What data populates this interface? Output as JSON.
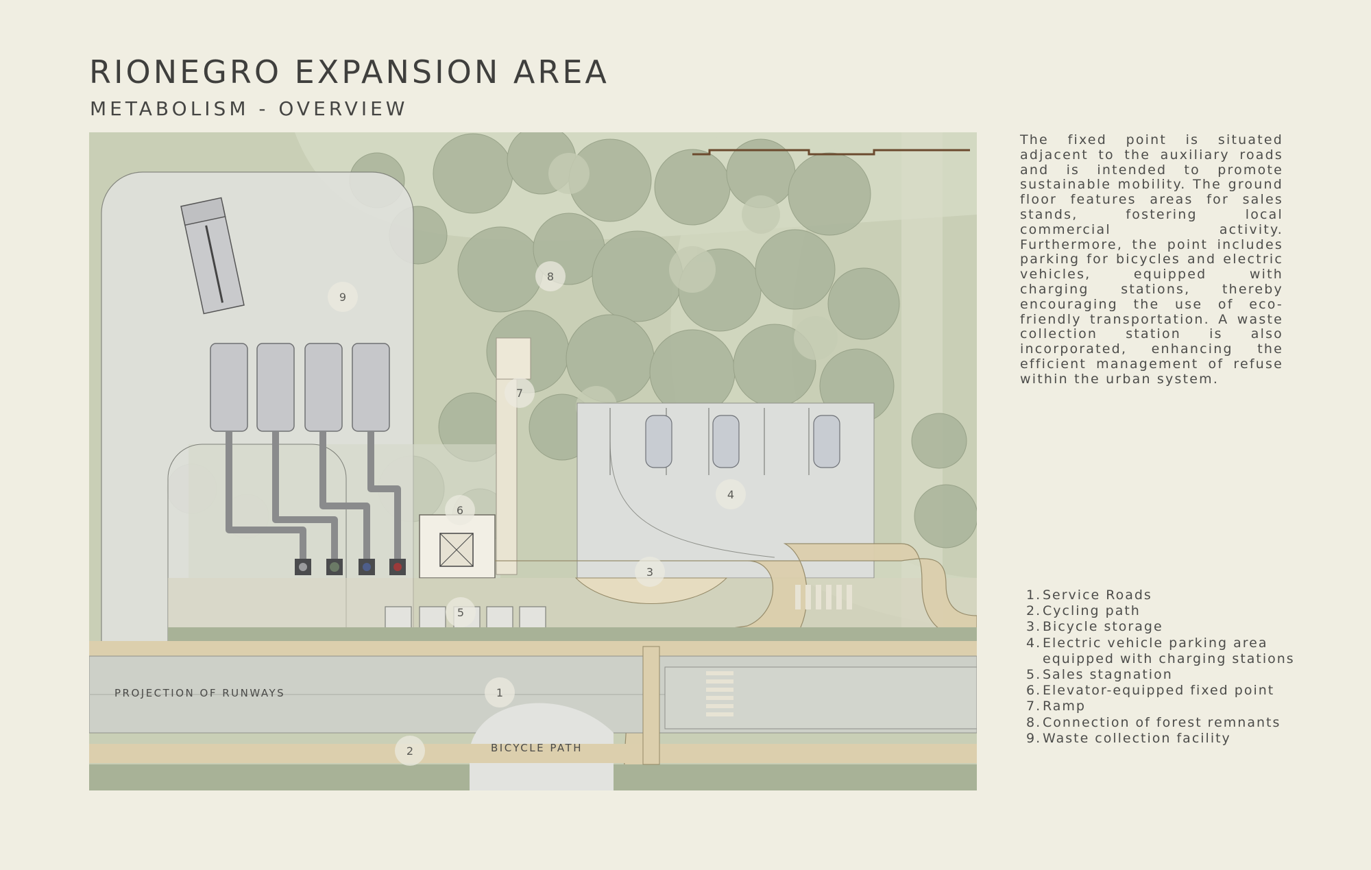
{
  "title": "RIONEGRO EXPANSION AREA",
  "subtitle": "METABOLISM - OVERVIEW",
  "description": "The fixed point is situated adjacent to the auxiliary roads and is intended to promote sustainable mobility. The ground floor features areas for sales stands, fostering local commercial activity. Furthermore, the point includes parking for bicycles and electric vehicles, equipped with charging stations, thereby encouraging the use of eco-friendly transportation. A waste collection station is also incorporated, enhancing the efficient management of refuse within the urban system.",
  "plan": {
    "labels": {
      "runways": "PROJECTION OF RUNWAYS",
      "bicycle_path": "BICYCLE PATH"
    },
    "markers": [
      "1",
      "2",
      "3",
      "4",
      "5",
      "6",
      "7",
      "8",
      "9"
    ],
    "colors": {
      "vegetation": "#c4cbb0",
      "tree_canopy": "#a9b39a",
      "paving": "#d9dad5",
      "cycle_path": "#d9ccaa",
      "road": "#cdd0c5",
      "waste_pipes": "#8a8b8c"
    }
  },
  "legend": [
    {
      "num": "1.",
      "text": "Service Roads"
    },
    {
      "num": "2.",
      "text": "Cycling path"
    },
    {
      "num": "3.",
      "text": "Bicycle storage"
    },
    {
      "num": "4.",
      "text": "Electric vehicle parking area equipped with charging stations"
    },
    {
      "num": "5.",
      "text": "Sales stagnation"
    },
    {
      "num": "6.",
      "text": "Elevator-equipped fixed point"
    },
    {
      "num": "7.",
      "text": "Ramp"
    },
    {
      "num": "8.",
      "text": "Connection of forest remnants"
    },
    {
      "num": "9.",
      "text": "Waste collection facility"
    }
  ]
}
